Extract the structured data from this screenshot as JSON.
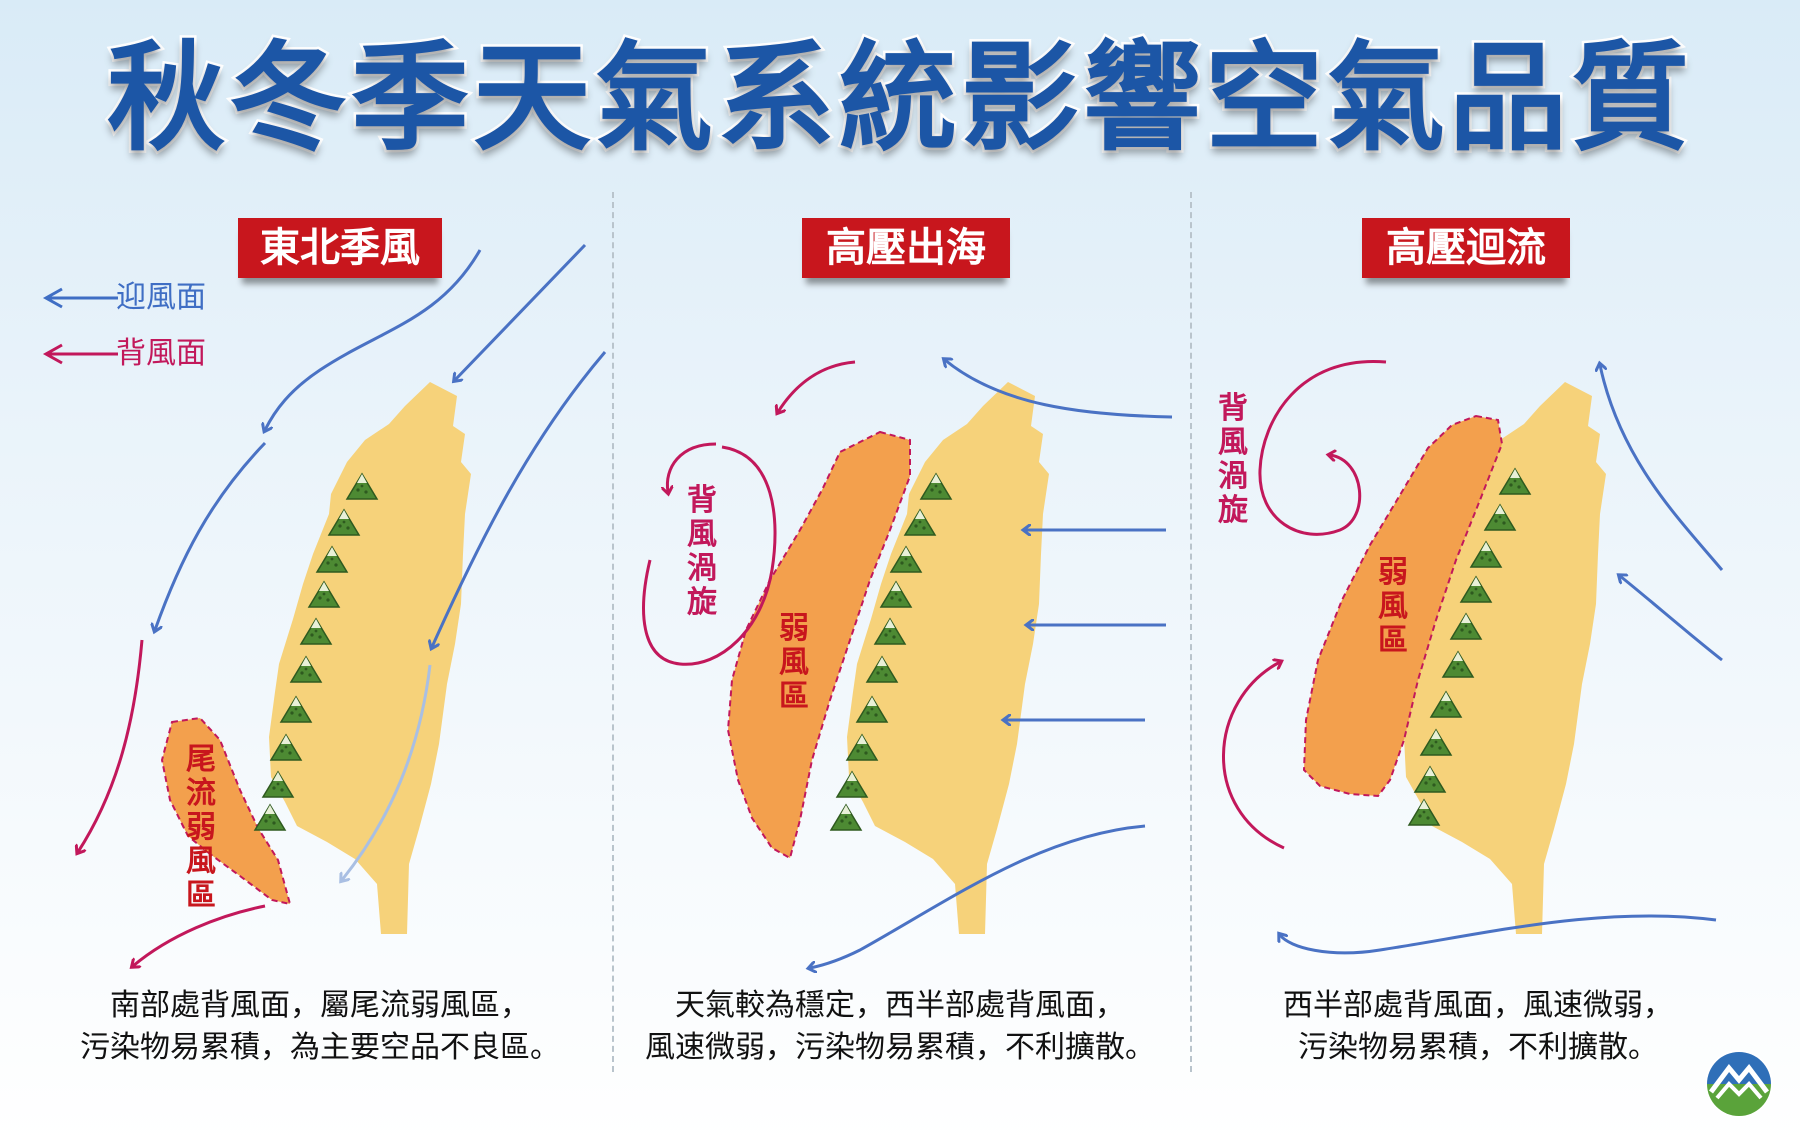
{
  "title": "秋冬季天氣系統影響空氣品質",
  "legend": {
    "windward": {
      "label": "迎風面",
      "color": "#3f6ec4"
    },
    "leeward": {
      "label": "背風面",
      "color": "#c2185b"
    }
  },
  "colors": {
    "island": "#f6d27a",
    "weak_zone": "#f3a04d",
    "wind_blue": "#4a72c4",
    "wind_magenta": "#c2185b",
    "label_red": "#c8161d",
    "title_blue": "#1c56a6"
  },
  "panels": [
    {
      "label": "東北季風",
      "zone_label": [
        "尾",
        "流",
        "弱",
        "風",
        "區"
      ],
      "caption": [
        "南部處背風面，屬尾流弱風區，",
        "污染物易累積，為主要空品不良區。"
      ]
    },
    {
      "label": "高壓出海",
      "zone_label": [
        "弱",
        "風",
        "區"
      ],
      "eddy_label": [
        "背",
        "風",
        "渦",
        "旋"
      ],
      "caption": [
        "天氣較為穩定，西半部處背風面，",
        "風速微弱，污染物易累積，不利擴散。"
      ]
    },
    {
      "label": "高壓迴流",
      "zone_label": [
        "弱",
        "風",
        "區"
      ],
      "eddy_label": [
        "背",
        "風",
        "渦",
        "旋"
      ],
      "caption": [
        "西半部處背風面，風速微弱，",
        "污染物易累積，不利擴散。"
      ]
    }
  ]
}
